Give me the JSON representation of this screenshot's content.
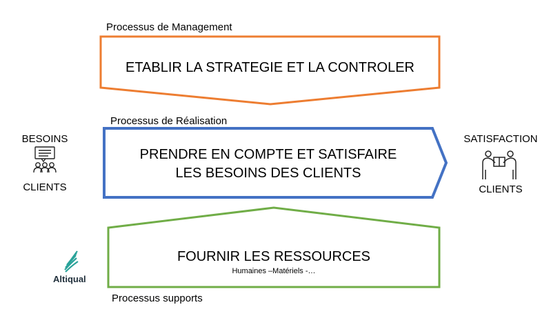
{
  "management": {
    "label": "Processus de Management",
    "text": "ETABLIR LA STRATEGIE ET LA CONTROLER",
    "color": "#ED7D31"
  },
  "realisation": {
    "label": "Processus de Réalisation",
    "line1": "PRENDRE EN COMPTE ET SATISFAIRE",
    "line2": "LES BESOINS DES CLIENTS",
    "color": "#4472C4"
  },
  "supports": {
    "label": "Processus supports",
    "text": "FOURNIR LES RESSOURCES",
    "subtext": "Humaines –Matériels -…",
    "color": "#70AD47"
  },
  "left_side": {
    "top": "BESOINS",
    "bottom": "CLIENTS",
    "icon": "customer-needs-icon"
  },
  "right_side": {
    "top": "SATISFACTION",
    "bottom": "CLIENTS",
    "icon": "delivery-handover-icon"
  },
  "logo": {
    "text": "Altiqual",
    "accent": "#2AA39A"
  }
}
